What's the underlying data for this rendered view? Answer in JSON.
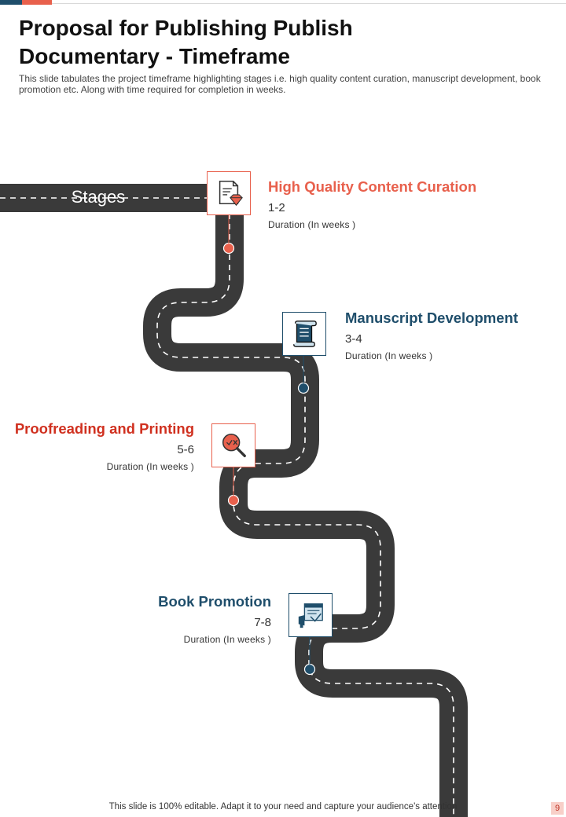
{
  "header": {
    "title": "Proposal for Publishing Publish Documentary - Timeframe",
    "subtitle": "This slide tabulates the project timeframe highlighting stages i.e. high quality content curation, manuscript development, book promotion etc. Along with time required for completion in weeks."
  },
  "road": {
    "label": "Stages",
    "colors": {
      "asphalt": "#3a3a3a",
      "accent_red": "#e8604c",
      "accent_blue": "#1f4e6b"
    }
  },
  "stages": [
    {
      "name": "High Quality Content Curation",
      "weeks": "1-2",
      "duration_label": "Duration  (In weeks )",
      "color": "#e8604c",
      "icon": "document-diamond-icon"
    },
    {
      "name": "Manuscript Development",
      "weeks": "3-4",
      "duration_label": "Duration  (In weeks )",
      "color": "#1f4e6b",
      "icon": "scroll-icon"
    },
    {
      "name": "Proofreading and Printing",
      "weeks": "5-6",
      "duration_label": "Duration  (In weeks )",
      "color": "#d0301f",
      "icon": "magnifier-check-icon"
    },
    {
      "name": "Book Promotion",
      "weeks": "7-8",
      "duration_label": "Duration  (In weeks )",
      "color": "#1f4e6b",
      "icon": "megaphone-screen-icon"
    }
  ],
  "footer": {
    "note": "This slide is 100% editable. Adapt it to your need and capture your audience's attention",
    "page_number": "9"
  }
}
